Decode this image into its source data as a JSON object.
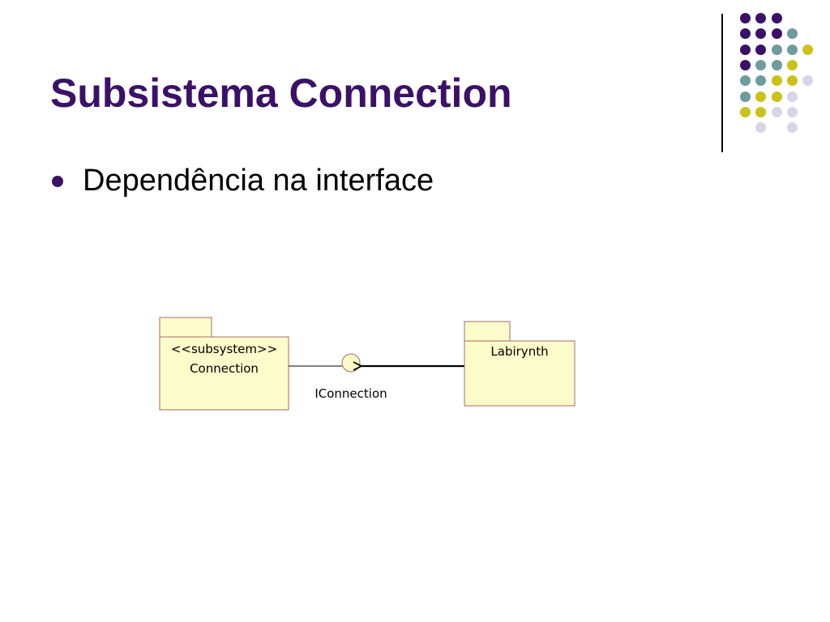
{
  "slide": {
    "title": "Subsistema Connection",
    "bullets": [
      "Dependência na interface"
    ]
  },
  "colors": {
    "title": "#3b1168",
    "bullet": "#3b1168",
    "package_fill": "#fcfcca",
    "package_stroke": "#a96a6a",
    "interface_fill": "#fcfcca",
    "dot_purple": "#3b1168",
    "dot_teal": "#6f9b9c",
    "dot_yellow": "#c9c21b",
    "dot_lavender": "#d6d6e6"
  },
  "diagram": {
    "packages": [
      {
        "id": "connection",
        "stereotype": "<<subsystem>>",
        "name": "Connection"
      },
      {
        "id": "labirynth",
        "name": "Labirynth"
      }
    ],
    "interface": {
      "name": "IConnection"
    },
    "relations": [
      {
        "type": "realization",
        "from": "connection",
        "to": "interface"
      },
      {
        "type": "dependency",
        "from": "labirynth",
        "to": "interface"
      }
    ]
  },
  "decoration": {
    "dot_grid": [
      [
        "purple",
        "purple",
        "purple",
        null,
        null
      ],
      [
        "purple",
        "purple",
        "purple",
        "teal",
        null
      ],
      [
        "purple",
        "purple",
        "teal",
        "teal",
        "yellow"
      ],
      [
        "purple",
        "teal",
        "teal",
        "yellow",
        null
      ],
      [
        "teal",
        "teal",
        "yellow",
        "yellow",
        "lavender"
      ],
      [
        "teal",
        "yellow",
        "yellow",
        "lavender",
        null
      ],
      [
        "yellow",
        "yellow",
        "lavender",
        "lavender",
        null
      ],
      [
        null,
        "lavender",
        null,
        "lavender",
        null
      ]
    ]
  }
}
